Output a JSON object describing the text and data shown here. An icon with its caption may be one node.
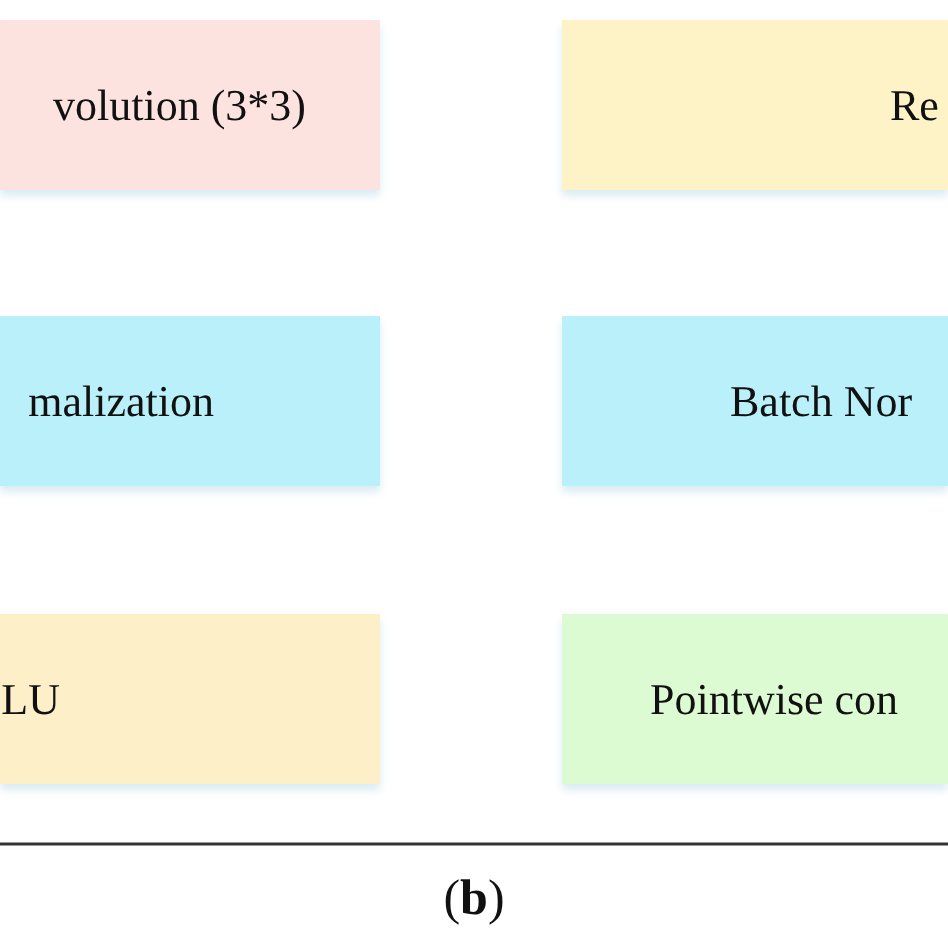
{
  "diagram": {
    "caption": "(**b**)",
    "nodes": [
      {
        "text": [
          "volution (3*3)"
        ]
      },
      {
        "text": [
          "Re"
        ]
      },
      {
        "text": [
          "malization"
        ]
      },
      {
        "text": [
          "Batch Nor"
        ]
      },
      {
        "text": [
          "LU"
        ]
      },
      {
        "text": [
          "Pointwise con"
        ]
      }
    ]
  }
}
